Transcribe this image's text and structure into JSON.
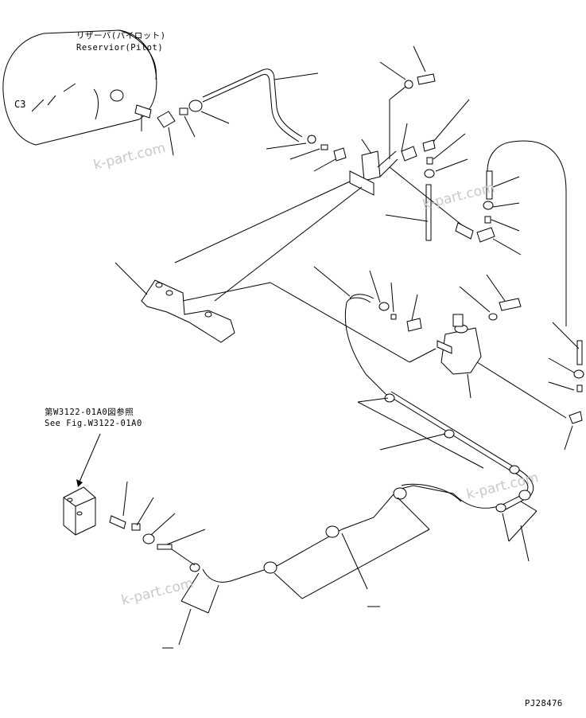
{
  "labels": {
    "reservoir_jp": "リザーバ(パイロット)",
    "reservoir_en": "Reservior(Pilot)",
    "see_fig_jp": "第W3122-01A0図参照",
    "see_fig_en": "See Fig.W3122-01A0",
    "drawing_code": "PJ28476"
  },
  "watermarks": [
    "k-part.com",
    "k-part.com",
    "k-part.com",
    "k-part.com"
  ],
  "tank_mark": "C3"
}
